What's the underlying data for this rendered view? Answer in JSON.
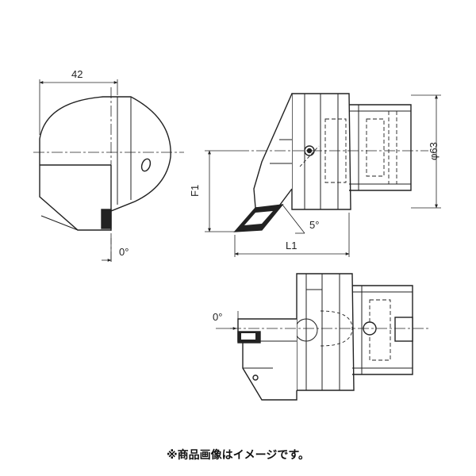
{
  "dimensions": {
    "width_42": "42",
    "angle_0_front": "0°",
    "f1": "F1",
    "l1": "L1",
    "angle_5": "5°",
    "diameter_63": "φ63",
    "angle_0_bottom": "0°"
  },
  "caption": "※商品画像はイメージです。"
}
